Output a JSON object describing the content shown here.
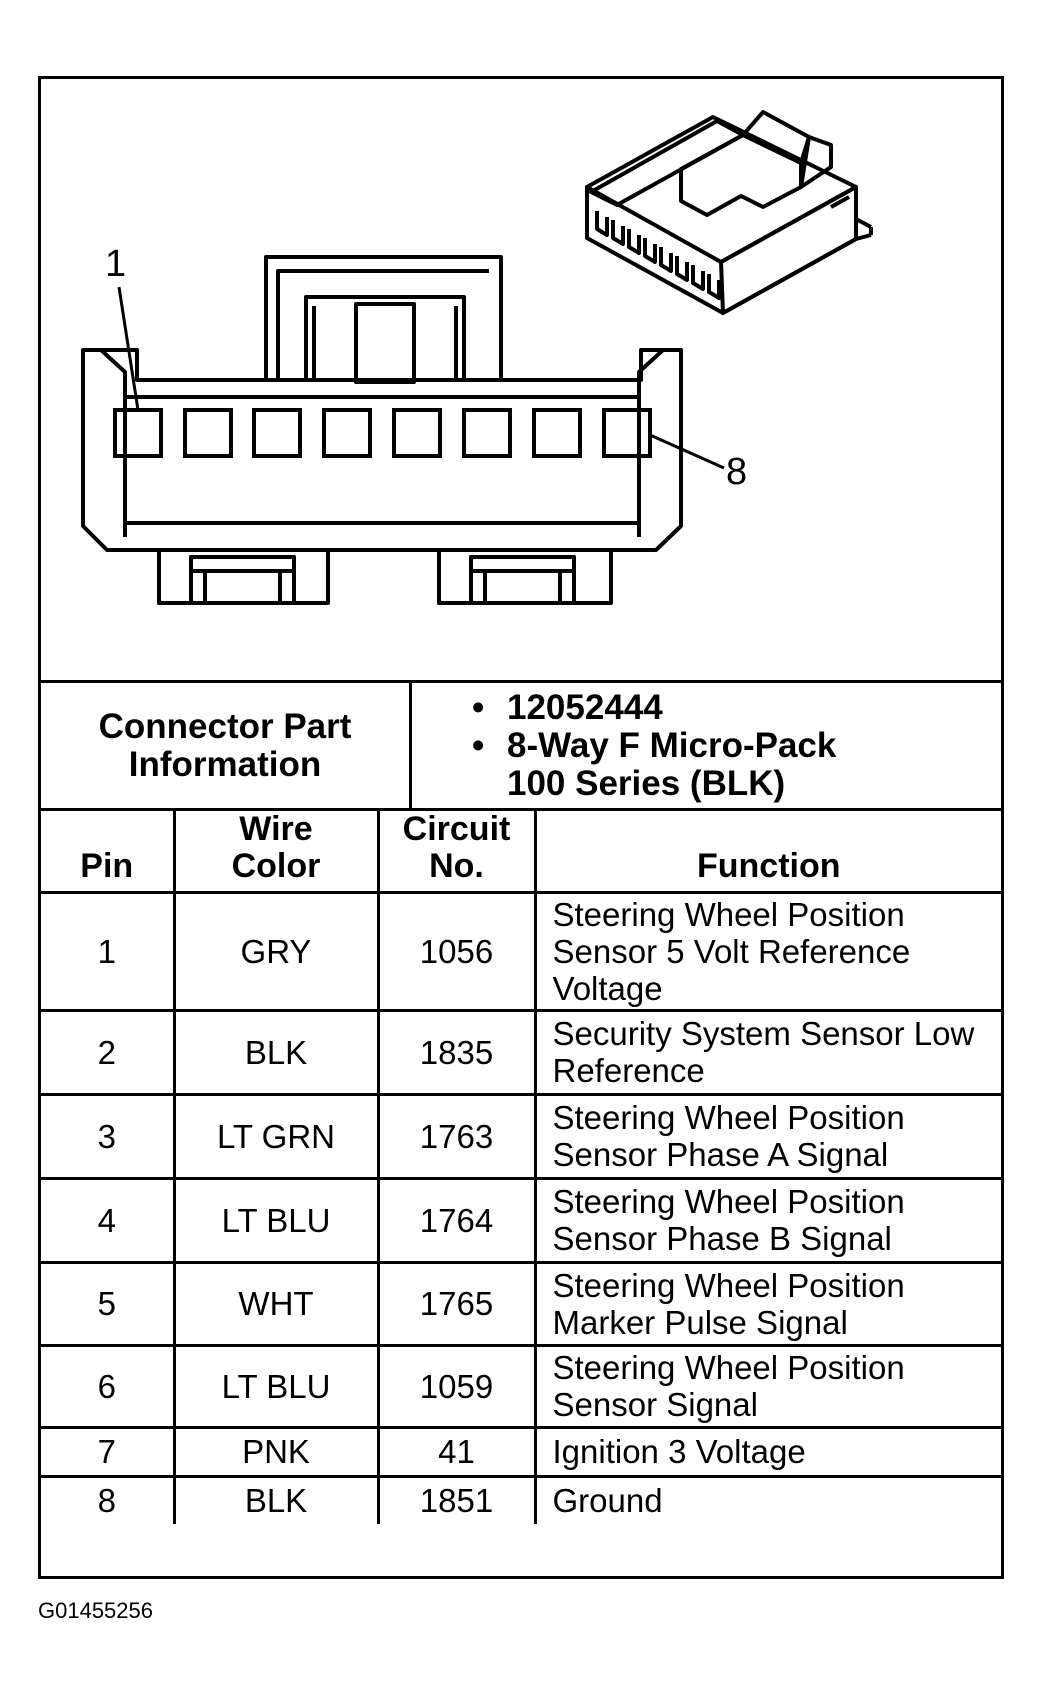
{
  "diagram": {
    "pin_first_label": "1",
    "pin_last_label": "8"
  },
  "connector_info": {
    "label": "Connector Part Information",
    "part_number": "12052444",
    "description_line1": "8-Way F Micro-Pack",
    "description_line2": "100 Series (BLK)"
  },
  "table": {
    "headers": {
      "pin": "Pin",
      "wire_color": "Wire Color",
      "circuit_no": "Circuit No.",
      "function": "Function"
    },
    "rows": [
      {
        "pin": "1",
        "wire_color": "GRY",
        "circuit": "1056",
        "function": "Steering Wheel Position Sensor 5 Volt Reference Voltage"
      },
      {
        "pin": "2",
        "wire_color": "BLK",
        "circuit": "1835",
        "function": "Security System Sensor Low Reference"
      },
      {
        "pin": "3",
        "wire_color": "LT GRN",
        "circuit": "1763",
        "function": "Steering Wheel Position Sensor Phase A Signal"
      },
      {
        "pin": "4",
        "wire_color": "LT BLU",
        "circuit": "1764",
        "function": "Steering Wheel Position Sensor Phase B Signal"
      },
      {
        "pin": "5",
        "wire_color": "WHT",
        "circuit": "1765",
        "function": "Steering Wheel Position Marker Pulse Signal"
      },
      {
        "pin": "6",
        "wire_color": "LT BLU",
        "circuit": "1059",
        "function": "Steering Wheel Position Sensor Signal"
      },
      {
        "pin": "7",
        "wire_color": "PNK",
        "circuit": "41",
        "function": "Ignition 3 Voltage"
      },
      {
        "pin": "8",
        "wire_color": "BLK",
        "circuit": "1851",
        "function": "Ground"
      }
    ]
  },
  "figure_id": "G01455256"
}
